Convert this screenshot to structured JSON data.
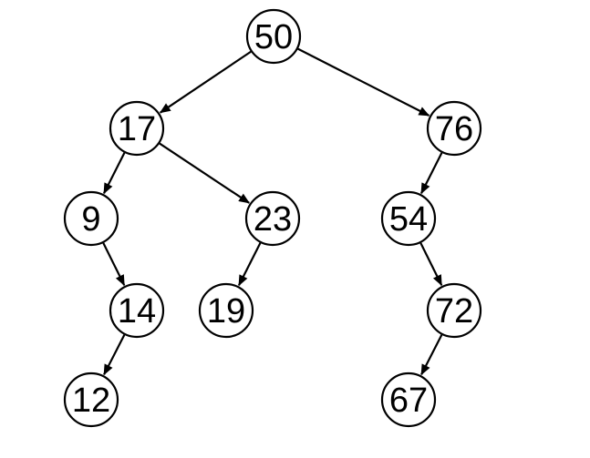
{
  "diagram": {
    "type": "binary-search-tree",
    "colors": {
      "node_fill": "#ffffff",
      "node_stroke": "#000000",
      "edge": "#000000",
      "text": "#000000"
    },
    "nodes": [
      {
        "id": "n50",
        "label": "50"
      },
      {
        "id": "n17",
        "label": "17"
      },
      {
        "id": "n76",
        "label": "76"
      },
      {
        "id": "n9",
        "label": "9"
      },
      {
        "id": "n23",
        "label": "23"
      },
      {
        "id": "n54",
        "label": "54"
      },
      {
        "id": "n14",
        "label": "14"
      },
      {
        "id": "n19",
        "label": "19"
      },
      {
        "id": "n72",
        "label": "72"
      },
      {
        "id": "n12",
        "label": "12"
      },
      {
        "id": "n67",
        "label": "67"
      }
    ],
    "edges": [
      {
        "from": "n50",
        "to": "n17"
      },
      {
        "from": "n50",
        "to": "n76"
      },
      {
        "from": "n17",
        "to": "n9"
      },
      {
        "from": "n17",
        "to": "n23"
      },
      {
        "from": "n76",
        "to": "n54"
      },
      {
        "from": "n9",
        "to": "n14"
      },
      {
        "from": "n23",
        "to": "n19"
      },
      {
        "from": "n54",
        "to": "n72"
      },
      {
        "from": "n14",
        "to": "n12"
      },
      {
        "from": "n72",
        "to": "n67"
      }
    ]
  }
}
